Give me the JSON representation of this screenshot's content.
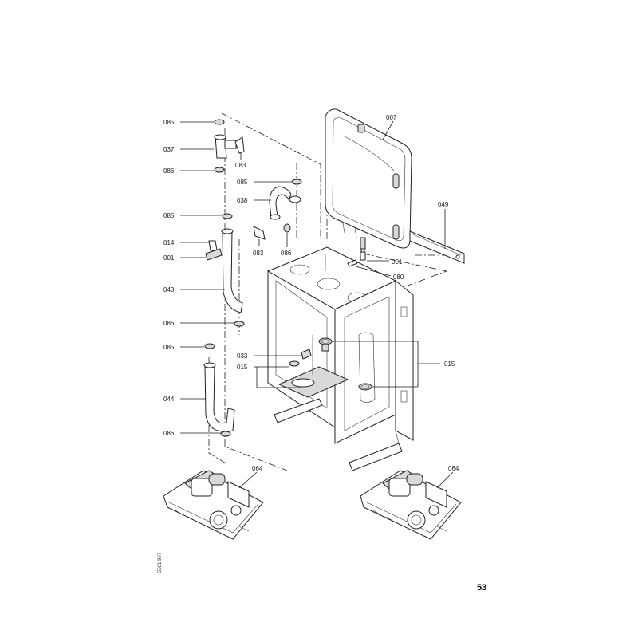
{
  "labels": {
    "l085_a": "085",
    "l037": "037",
    "l083_a": "083",
    "l086_a": "086",
    "l085_b": "085",
    "l038": "038",
    "l083_b": "083",
    "l086_b": "086",
    "l085_c": "085",
    "l014": "014",
    "l001_a": "001",
    "l043": "043",
    "l086_c": "086",
    "l085_d": "085",
    "l033": "033",
    "l015_a": "015",
    "l044": "044",
    "l086_d": "086",
    "l007": "007",
    "l049": "049",
    "l001_b": "001",
    "l080": "080",
    "l015_b": "015",
    "l064_a": "064",
    "l064_b": "064"
  },
  "document_ref": "5581 907",
  "page_number": "53"
}
